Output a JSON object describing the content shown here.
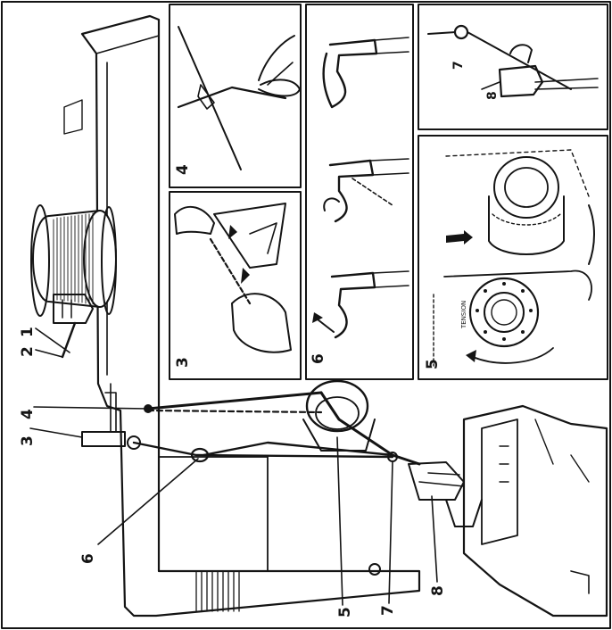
{
  "colors": {
    "ink": "#141414",
    "paper": "#ffffff"
  },
  "main": {
    "callouts": [
      "1",
      "2",
      "3",
      "4",
      "5",
      "6",
      "7",
      "8"
    ]
  },
  "panels": {
    "thread_guide_4": {
      "number": "4"
    },
    "thread_guide_3": {
      "number": "3"
    },
    "take_up_6": {
      "number": "6"
    },
    "guide_7_8": {
      "callouts": [
        "7",
        "8"
      ]
    },
    "tension_5": {
      "number": "5",
      "dial_text": "TENSION"
    }
  }
}
